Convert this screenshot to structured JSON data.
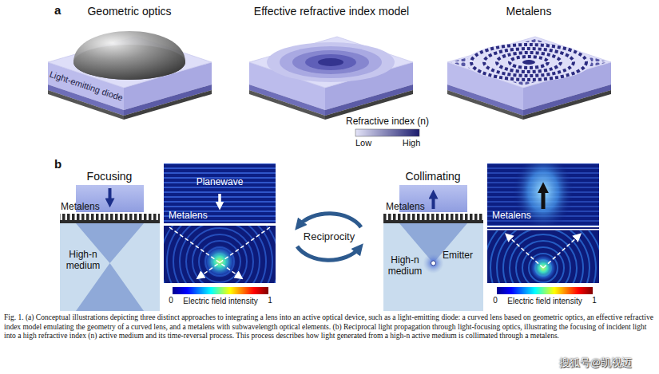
{
  "diagram": {
    "caption": "Fig. 1. (a) Conceptual illustrations depicting three distinct approaches to integrating a lens into an active optical device, such as a light-emitting diode: a curved lens based on geometric optics, an effective refractive index model emulating the geometry of a curved lens, and a metalens with subwavelength optical elements. (b) Reciprocal light propagation through light-focusing optics, illustrating the focusing of incident light into a high refractive index (n) active medium and its time-reversal process. This process describes how light generated from a high-n active medium is collimated through a metalens.",
    "nodes": [
      {
        "text": [
          "Geometric optics",
          "Light-emitting diode"
        ]
      },
      {
        "text": [
          "Effective refractive index model"
        ]
      },
      {
        "text": [
          "Metalens"
        ]
      },
      {
        "text": [
          "Focusing",
          "Metalens",
          "High-n medium"
        ]
      },
      {
        "text": [
          "Planewave",
          "Metalens"
        ]
      },
      {
        "text": [
          "Collimating",
          "Metalens",
          "Emitter",
          "High-n medium"
        ]
      },
      {
        "text": [
          "Metalens"
        ]
      }
    ],
    "labels": [
      "a",
      "Refractive index (n)",
      "Low",
      "High",
      "b",
      "Reciprocity",
      "0",
      "1",
      "Electric field intensity",
      "0",
      "1",
      "Electric field intensity",
      "搜狐号@凯视迈"
    ]
  }
}
